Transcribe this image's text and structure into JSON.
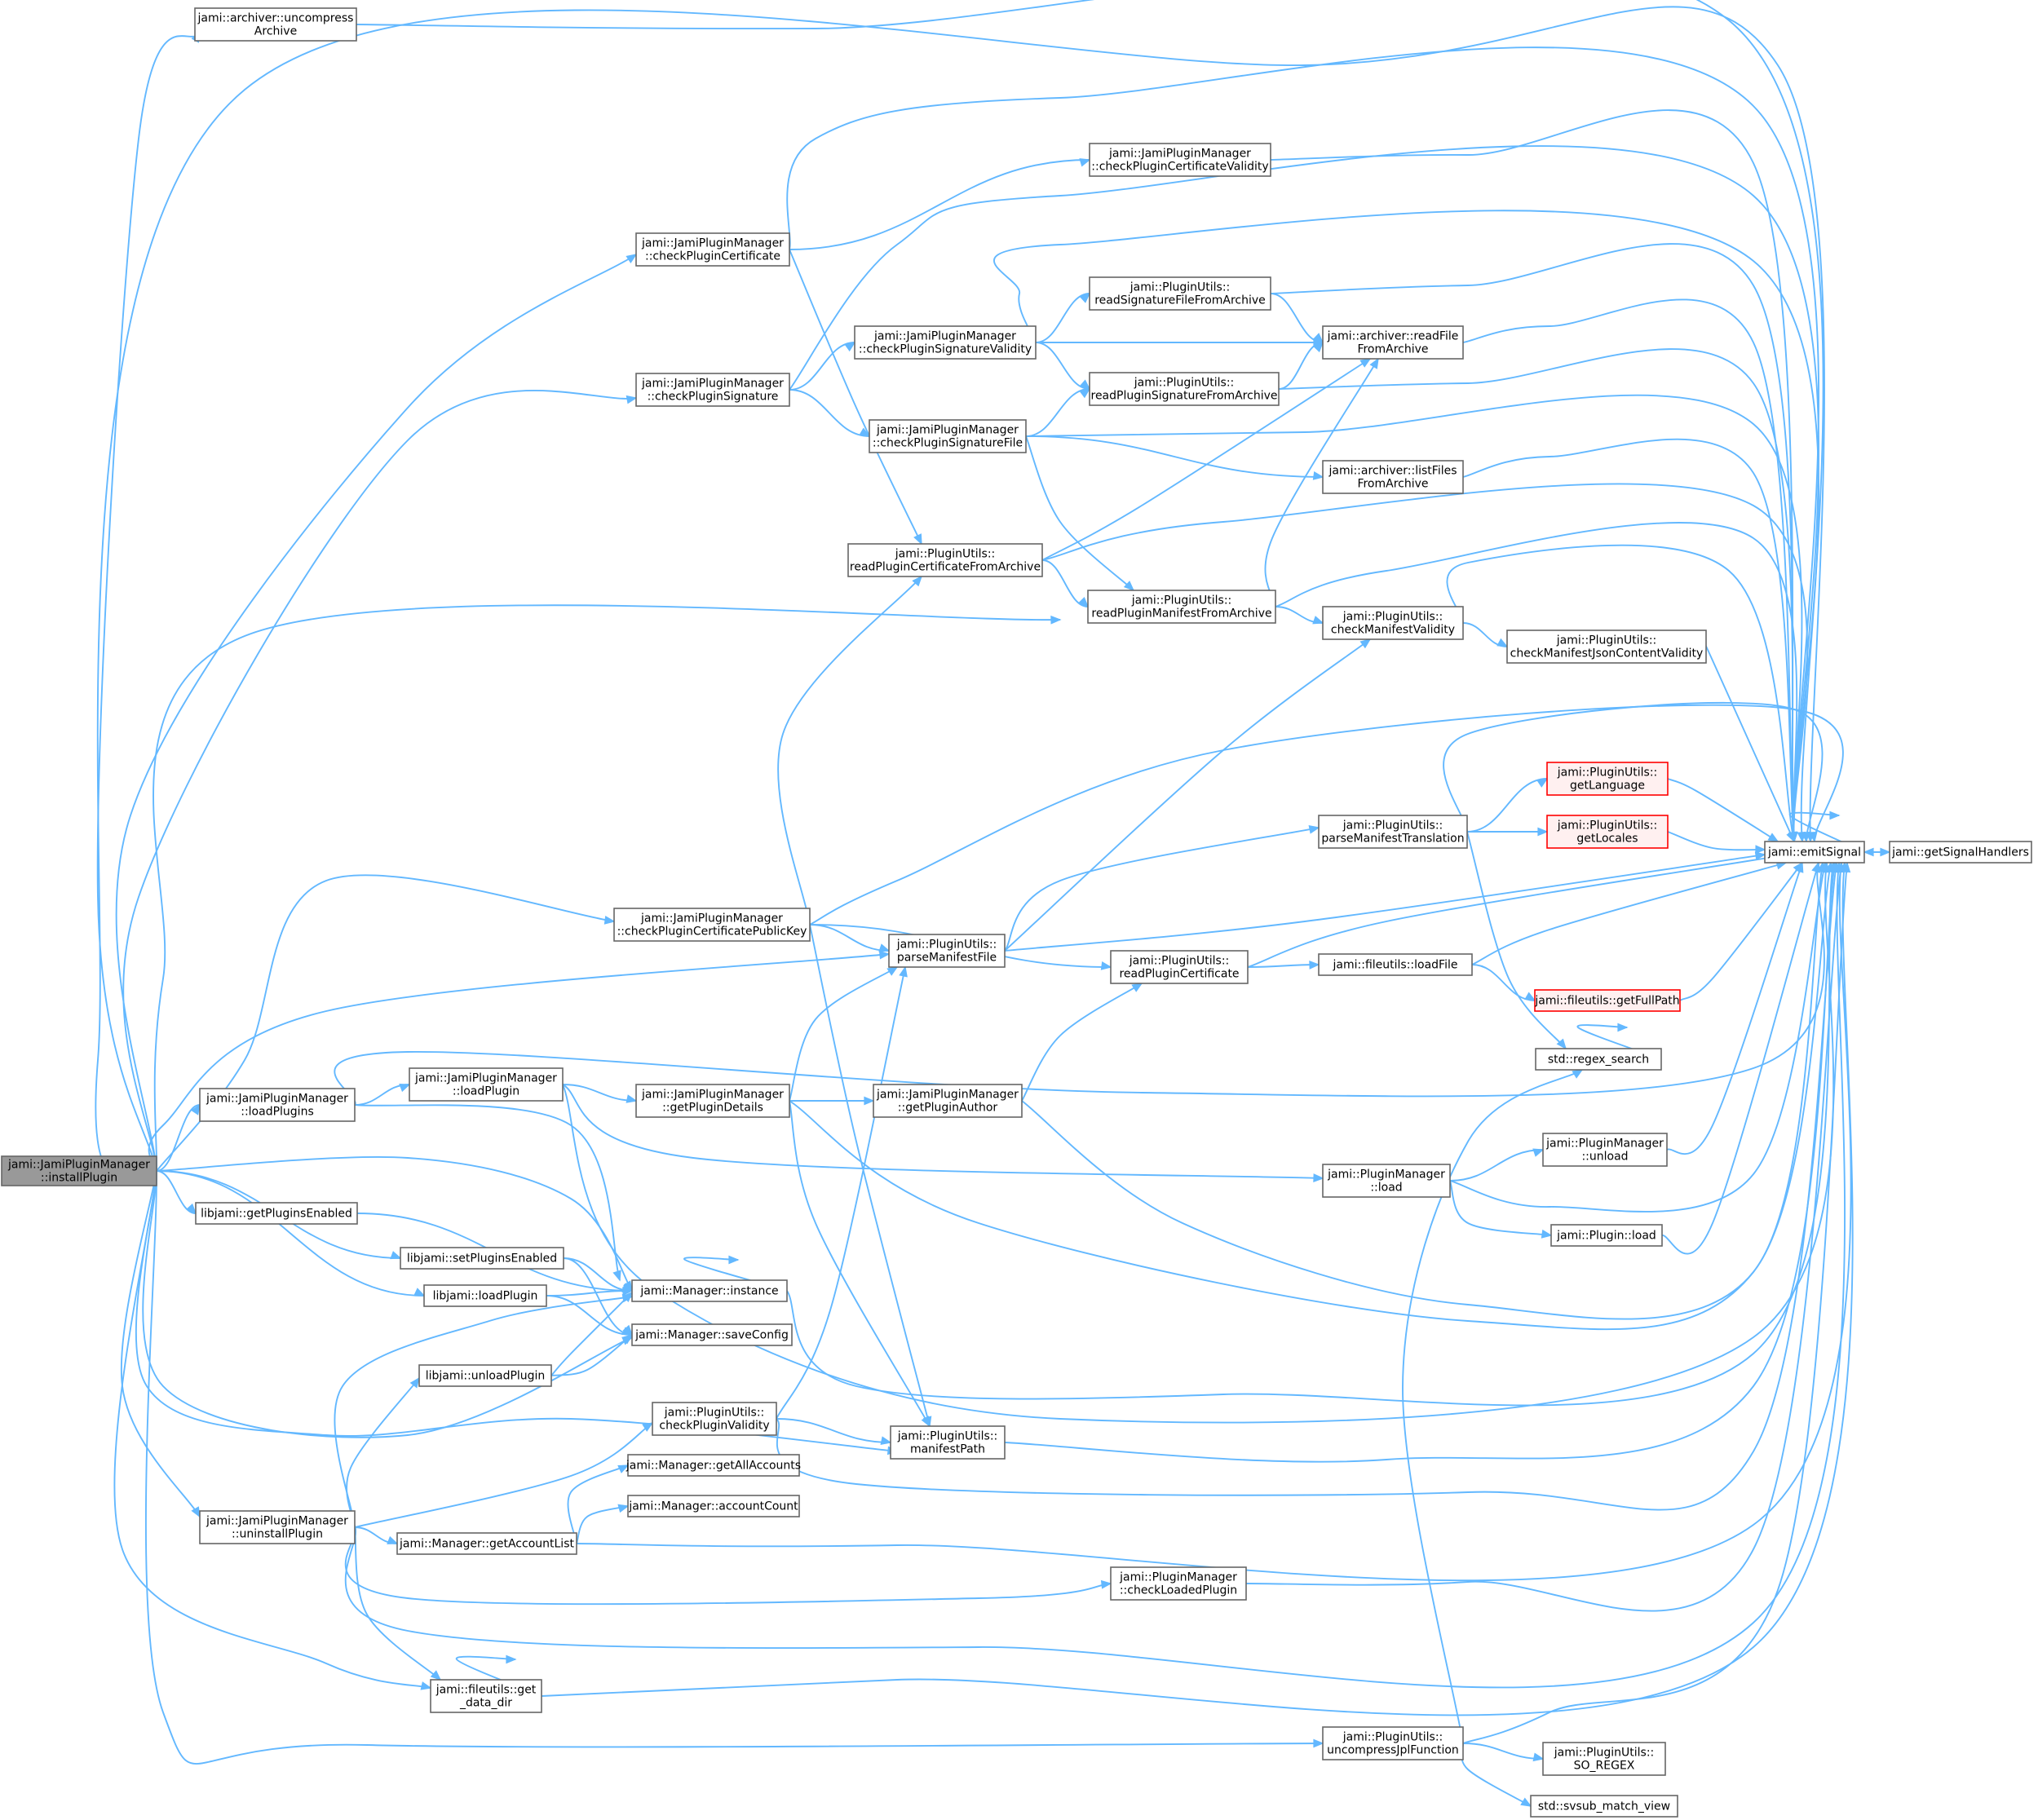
{
  "nodes": [
    {
      "id": "install",
      "lines": [
        "jami::JamiPluginManager",
        "::installPlugin"
      ],
      "style": "root"
    },
    {
      "id": "uncompressArchive",
      "lines": [
        "jami::archiver::uncompress",
        "Archive"
      ]
    },
    {
      "id": "emitSignal",
      "lines": [
        "jami::emitSignal"
      ]
    },
    {
      "id": "getSignalHandlers",
      "lines": [
        "jami::getSignalHandlers"
      ]
    },
    {
      "id": "checkPluginCertificate",
      "lines": [
        "jami::JamiPluginManager",
        "::checkPluginCertificate"
      ]
    },
    {
      "id": "checkPluginCertificateValidity",
      "lines": [
        "jami::JamiPluginManager",
        "::checkPluginCertificateValidity"
      ]
    },
    {
      "id": "checkPluginSignature",
      "lines": [
        "jami::JamiPluginManager",
        "::checkPluginSignature"
      ]
    },
    {
      "id": "checkPluginSignatureValidity",
      "lines": [
        "jami::JamiPluginManager",
        "::checkPluginSignatureValidity"
      ]
    },
    {
      "id": "checkPluginSignatureFile",
      "lines": [
        "jami::JamiPluginManager",
        "::checkPluginSignatureFile"
      ]
    },
    {
      "id": "readSignatureFileFromArchive",
      "lines": [
        "jami::PluginUtils::",
        "readSignatureFileFromArchive"
      ]
    },
    {
      "id": "readFileFromArchive",
      "lines": [
        "jami::archiver::readFile",
        "FromArchive"
      ]
    },
    {
      "id": "readPluginSignatureFromArchive",
      "lines": [
        "jami::PluginUtils::",
        "readPluginSignatureFromArchive"
      ]
    },
    {
      "id": "listFilesFromArchive",
      "lines": [
        "jami::archiver::listFiles",
        "FromArchive"
      ]
    },
    {
      "id": "readPluginCertificateFromArchive",
      "lines": [
        "jami::PluginUtils::",
        "readPluginCertificateFromArchive"
      ]
    },
    {
      "id": "readPluginManifestFromArchive",
      "lines": [
        "jami::PluginUtils::",
        "readPluginManifestFromArchive"
      ]
    },
    {
      "id": "checkManifestValidity",
      "lines": [
        "jami::PluginUtils::",
        "checkManifestValidity"
      ]
    },
    {
      "id": "checkManifestJsonContentValidity",
      "lines": [
        "jami::PluginUtils::",
        "checkManifestJsonContentValidity"
      ]
    },
    {
      "id": "getLanguage",
      "lines": [
        "jami::PluginUtils::",
        "getLanguage"
      ],
      "style": "trunc"
    },
    {
      "id": "getLocales",
      "lines": [
        "jami::PluginUtils::",
        "getLocales"
      ],
      "style": "trunc"
    },
    {
      "id": "parseManifestTranslation",
      "lines": [
        "jami::PluginUtils::",
        "parseManifestTranslation"
      ]
    },
    {
      "id": "checkPluginCertificatePublicKey",
      "lines": [
        "jami::JamiPluginManager",
        "::checkPluginCertificatePublicKey"
      ]
    },
    {
      "id": "parseManifestFile",
      "lines": [
        "jami::PluginUtils::",
        "parseManifestFile"
      ]
    },
    {
      "id": "readPluginCertificate",
      "lines": [
        "jami::PluginUtils::",
        "readPluginCertificate"
      ]
    },
    {
      "id": "loadFile",
      "lines": [
        "jami::fileutils::loadFile"
      ]
    },
    {
      "id": "getFullPath",
      "lines": [
        "jami::fileutils::getFullPath"
      ],
      "style": "trunc"
    },
    {
      "id": "regexSearch",
      "lines": [
        "std::regex_search"
      ]
    },
    {
      "id": "loadPlugins",
      "lines": [
        "jami::JamiPluginManager",
        "::loadPlugins"
      ]
    },
    {
      "id": "jpmLoadPlugin",
      "lines": [
        "jami::JamiPluginManager",
        "::loadPlugin"
      ]
    },
    {
      "id": "getPluginDetails",
      "lines": [
        "jami::JamiPluginManager",
        "::getPluginDetails"
      ]
    },
    {
      "id": "getPluginAuthor",
      "lines": [
        "jami::JamiPluginManager",
        "::getPluginAuthor"
      ]
    },
    {
      "id": "pmUnload",
      "lines": [
        "jami::PluginManager",
        "::unload"
      ]
    },
    {
      "id": "pmLoad",
      "lines": [
        "jami::PluginManager",
        "::load"
      ]
    },
    {
      "id": "pluginLoad",
      "lines": [
        "jami::Plugin::load"
      ]
    },
    {
      "id": "getPluginsEnabled",
      "lines": [
        "libjami::getPluginsEnabled"
      ]
    },
    {
      "id": "setPluginsEnabled",
      "lines": [
        "libjami::setPluginsEnabled"
      ]
    },
    {
      "id": "managerInstance",
      "lines": [
        "jami::Manager::instance"
      ]
    },
    {
      "id": "libLoadPlugin",
      "lines": [
        "libjami::loadPlugin"
      ]
    },
    {
      "id": "saveConfig",
      "lines": [
        "jami::Manager::saveConfig"
      ]
    },
    {
      "id": "libUnloadPlugin",
      "lines": [
        "libjami::unloadPlugin"
      ]
    },
    {
      "id": "checkPluginValidity",
      "lines": [
        "jami::PluginUtils::",
        "checkPluginValidity"
      ]
    },
    {
      "id": "manifestPath",
      "lines": [
        "jami::PluginUtils::",
        "manifestPath"
      ]
    },
    {
      "id": "getAllAccounts",
      "lines": [
        "jami::Manager::getAllAccounts"
      ]
    },
    {
      "id": "accountCount",
      "lines": [
        "jami::Manager::accountCount"
      ]
    },
    {
      "id": "uninstallPlugin",
      "lines": [
        "jami::JamiPluginManager",
        "::uninstallPlugin"
      ]
    },
    {
      "id": "getAccountList",
      "lines": [
        "jami::Manager::getAccountList"
      ]
    },
    {
      "id": "checkLoadedPlugin",
      "lines": [
        "jami::PluginManager",
        "::checkLoadedPlugin"
      ]
    },
    {
      "id": "getDataDir",
      "lines": [
        "jami::fileutils::get",
        "_data_dir"
      ]
    },
    {
      "id": "uncompressJplFunction",
      "lines": [
        "jami::PluginUtils::",
        "uncompressJplFunction"
      ]
    },
    {
      "id": "soRegex",
      "lines": [
        "jami::PluginUtils::",
        "SO_REGEX"
      ]
    },
    {
      "id": "svsubMatchView",
      "lines": [
        "std::svsub_match_view"
      ]
    }
  ],
  "edges": [
    [
      "install",
      "uncompressArchive"
    ],
    [
      "install",
      "emitSignal"
    ],
    [
      "install",
      "checkPluginCertificate"
    ],
    [
      "install",
      "checkPluginSignature"
    ],
    [
      "install",
      "readPluginManifestFromArchive"
    ],
    [
      "install",
      "checkPluginCertificatePublicKey"
    ],
    [
      "install",
      "parseManifestFile"
    ],
    [
      "install",
      "loadPlugins"
    ],
    [
      "install",
      "getPluginsEnabled"
    ],
    [
      "install",
      "setPluginsEnabled"
    ],
    [
      "install",
      "libLoadPlugin"
    ],
    [
      "install",
      "managerInstance"
    ],
    [
      "install",
      "saveConfig"
    ],
    [
      "install",
      "manifestPath"
    ],
    [
      "install",
      "uninstallPlugin"
    ],
    [
      "install",
      "getDataDir"
    ],
    [
      "install",
      "uncompressJplFunction"
    ],
    [
      "uncompressArchive",
      "emitSignal"
    ],
    [
      "checkPluginCertificate",
      "checkPluginCertificateValidity"
    ],
    [
      "checkPluginCertificate",
      "emitSignal"
    ],
    [
      "checkPluginCertificate",
      "readPluginCertificateFromArchive"
    ],
    [
      "checkPluginCertificateValidity",
      "emitSignal"
    ],
    [
      "checkPluginSignature",
      "checkPluginSignatureValidity"
    ],
    [
      "checkPluginSignature",
      "checkPluginSignatureFile"
    ],
    [
      "checkPluginSignature",
      "emitSignal"
    ],
    [
      "checkPluginSignatureValidity",
      "readSignatureFileFromArchive"
    ],
    [
      "checkPluginSignatureValidity",
      "readFileFromArchive"
    ],
    [
      "checkPluginSignatureValidity",
      "readPluginSignatureFromArchive"
    ],
    [
      "checkPluginSignatureValidity",
      "emitSignal"
    ],
    [
      "checkPluginSignatureFile",
      "readPluginSignatureFromArchive"
    ],
    [
      "checkPluginSignatureFile",
      "listFilesFromArchive"
    ],
    [
      "checkPluginSignatureFile",
      "readPluginManifestFromArchive"
    ],
    [
      "checkPluginSignatureFile",
      "emitSignal"
    ],
    [
      "readSignatureFileFromArchive",
      "readFileFromArchive"
    ],
    [
      "readSignatureFileFromArchive",
      "emitSignal"
    ],
    [
      "readPluginSignatureFromArchive",
      "readFileFromArchive"
    ],
    [
      "readPluginSignatureFromArchive",
      "emitSignal"
    ],
    [
      "readFileFromArchive",
      "emitSignal"
    ],
    [
      "listFilesFromArchive",
      "emitSignal"
    ],
    [
      "readPluginCertificateFromArchive",
      "readFileFromArchive"
    ],
    [
      "readPluginCertificateFromArchive",
      "readPluginManifestFromArchive"
    ],
    [
      "readPluginCertificateFromArchive",
      "emitSignal"
    ],
    [
      "readPluginManifestFromArchive",
      "readFileFromArchive"
    ],
    [
      "readPluginManifestFromArchive",
      "checkManifestValidity"
    ],
    [
      "readPluginManifestFromArchive",
      "emitSignal"
    ],
    [
      "checkManifestValidity",
      "checkManifestJsonContentValidity"
    ],
    [
      "checkManifestValidity",
      "emitSignal"
    ],
    [
      "checkManifestJsonContentValidity",
      "emitSignal"
    ],
    [
      "parseManifestTranslation",
      "getLanguage"
    ],
    [
      "parseManifestTranslation",
      "getLocales"
    ],
    [
      "parseManifestTranslation",
      "regexSearch"
    ],
    [
      "parseManifestTranslation",
      "emitSignal"
    ],
    [
      "getLanguage",
      "emitSignal"
    ],
    [
      "getLocales",
      "emitSignal"
    ],
    [
      "emitSignal",
      "emitSignal"
    ],
    [
      "emitSignal",
      "getSignalHandlers"
    ],
    [
      "getSignalHandlers",
      "emitSignal"
    ],
    [
      "checkPluginCertificatePublicKey",
      "readPluginCertificateFromArchive"
    ],
    [
      "checkPluginCertificatePublicKey",
      "parseManifestFile"
    ],
    [
      "checkPluginCertificatePublicKey",
      "readPluginCertificate"
    ],
    [
      "checkPluginCertificatePublicKey",
      "manifestPath"
    ],
    [
      "checkPluginCertificatePublicKey",
      "emitSignal"
    ],
    [
      "parseManifestFile",
      "checkManifestValidity"
    ],
    [
      "parseManifestFile",
      "parseManifestTranslation"
    ],
    [
      "parseManifestFile",
      "emitSignal"
    ],
    [
      "readPluginCertificate",
      "loadFile"
    ],
    [
      "readPluginCertificate",
      "emitSignal"
    ],
    [
      "loadFile",
      "getFullPath"
    ],
    [
      "loadFile",
      "emitSignal"
    ],
    [
      "getFullPath",
      "emitSignal"
    ],
    [
      "regexSearch",
      "regexSearch"
    ],
    [
      "loadPlugins",
      "jpmLoadPlugin"
    ],
    [
      "loadPlugins",
      "managerInstance"
    ],
    [
      "loadPlugins",
      "emitSignal"
    ],
    [
      "jpmLoadPlugin",
      "getPluginDetails"
    ],
    [
      "jpmLoadPlugin",
      "pmLoad"
    ],
    [
      "jpmLoadPlugin",
      "emitSignal"
    ],
    [
      "getPluginDetails",
      "getPluginAuthor"
    ],
    [
      "getPluginDetails",
      "parseManifestFile"
    ],
    [
      "getPluginDetails",
      "manifestPath"
    ],
    [
      "getPluginDetails",
      "emitSignal"
    ],
    [
      "getPluginAuthor",
      "readPluginCertificate"
    ],
    [
      "getPluginAuthor",
      "emitSignal"
    ],
    [
      "pmLoad",
      "pmUnload"
    ],
    [
      "pmLoad",
      "pluginLoad"
    ],
    [
      "pmLoad",
      "emitSignal"
    ],
    [
      "pmUnload",
      "emitSignal"
    ],
    [
      "pluginLoad",
      "emitSignal"
    ],
    [
      "getPluginsEnabled",
      "managerInstance"
    ],
    [
      "setPluginsEnabled",
      "managerInstance"
    ],
    [
      "setPluginsEnabled",
      "saveConfig"
    ],
    [
      "libLoadPlugin",
      "managerInstance"
    ],
    [
      "libLoadPlugin",
      "saveConfig"
    ],
    [
      "libUnloadPlugin",
      "managerInstance"
    ],
    [
      "libUnloadPlugin",
      "saveConfig"
    ],
    [
      "managerInstance",
      "managerInstance"
    ],
    [
      "managerInstance",
      "emitSignal"
    ],
    [
      "checkPluginValidity",
      "parseManifestFile"
    ],
    [
      "checkPluginValidity",
      "manifestPath"
    ],
    [
      "checkPluginValidity",
      "emitSignal"
    ],
    [
      "manifestPath",
      "emitSignal"
    ],
    [
      "uninstallPlugin",
      "checkPluginValidity"
    ],
    [
      "uninstallPlugin",
      "managerInstance"
    ],
    [
      "uninstallPlugin",
      "libUnloadPlugin"
    ],
    [
      "uninstallPlugin",
      "getAccountList"
    ],
    [
      "uninstallPlugin",
      "checkLoadedPlugin"
    ],
    [
      "uninstallPlugin",
      "getDataDir"
    ],
    [
      "uninstallPlugin",
      "emitSignal"
    ],
    [
      "getAccountList",
      "getAllAccounts"
    ],
    [
      "getAccountList",
      "accountCount"
    ],
    [
      "getAccountList",
      "emitSignal"
    ],
    [
      "checkLoadedPlugin",
      "emitSignal"
    ],
    [
      "getDataDir",
      "getDataDir"
    ],
    [
      "getDataDir",
      "emitSignal"
    ],
    [
      "uncompressJplFunction",
      "regexSearch"
    ],
    [
      "uncompressJplFunction",
      "soRegex"
    ],
    [
      "uncompressJplFunction",
      "svsubMatchView"
    ],
    [
      "uncompressJplFunction",
      "emitSignal"
    ]
  ]
}
